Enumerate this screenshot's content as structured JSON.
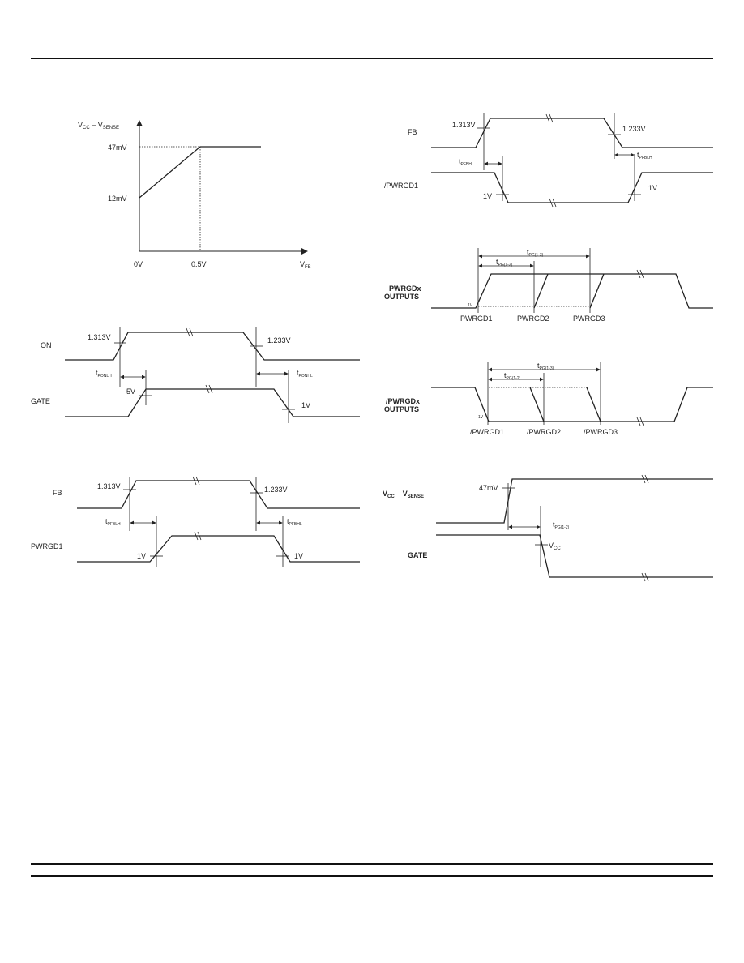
{
  "fig1": {
    "y_label": "V",
    "y_sub1": "CC",
    "y_mid": " – V",
    "y_sub2": "SENSE",
    "y_hi": "47mV",
    "y_lo": "12mV",
    "x0": "0V",
    "x1": "0.5V",
    "x_label": "V",
    "x_sub": "FB"
  },
  "fig2": {
    "sig1": "ON",
    "sig2": "GATE",
    "v_rise": "1.313V",
    "v_fall": "1.233V",
    "v_gate_rise": "5V",
    "v_gate_fall": "1V",
    "t1": "t",
    "t1_sub": "PONLH",
    "t2": "t",
    "t2_sub": "PONHL"
  },
  "fig3": {
    "sig1": "FB",
    "sig2": "PWRGD1",
    "v_rise": "1.313V",
    "v_fall": "1.233V",
    "v_out_rise": "1V",
    "v_out_fall": "1V",
    "t1": "t",
    "t1_sub": "PFBLH",
    "t2": "t",
    "t2_sub": "PFBHL"
  },
  "fig4": {
    "sig1": "FB",
    "sig2": "/PWRGD1",
    "v_rise": "1.313V",
    "v_fall": "1.233V",
    "v_out_fall": "1V",
    "v_out_rise": "1V",
    "t1": "t",
    "t1_sub": "PFBHL",
    "t2": "t",
    "t2_sub": "PFBLH"
  },
  "fig5": {
    "sig1": "PWRGDx",
    "sig2": "OUTPUTS",
    "tiny_v": "1V",
    "t13": "t",
    "t13_sub": "PG(1-3)",
    "t12": "t",
    "t12_sub": "PG(1-2)",
    "o1": "PWRGD1",
    "o2": "PWRGD2",
    "o3": "PWRGD3"
  },
  "fig6": {
    "sig1": "/PWRGDx",
    "sig2": "OUTPUTS",
    "tiny_v": "1V",
    "t13": "t",
    "t13_sub": "PG(1-3)",
    "t12": "t",
    "t12_sub": "PG(1-2)",
    "o1": "/PWRGD1",
    "o2": "/PWRGD2",
    "o3": "/PWRGD3"
  },
  "fig7": {
    "sig1": "V",
    "sig1_s1": "CC",
    "sig1_mid": " – V",
    "sig1_s2": "SENSE",
    "v47": "47mV",
    "sig2": "GATE",
    "t": "t",
    "t_sub": "PG(1-2)",
    "vcc": "V",
    "vcc_sub": "CC"
  }
}
